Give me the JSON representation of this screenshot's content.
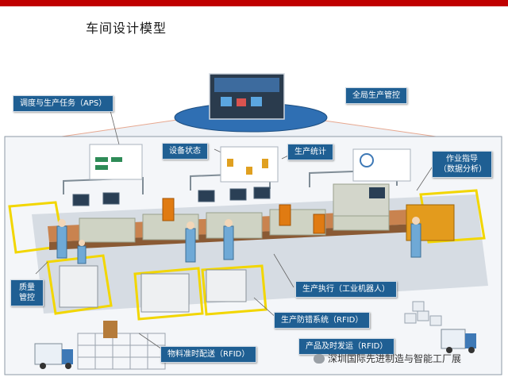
{
  "title": "车间设计模型",
  "labels": {
    "aps": "调度与生产任务（APS）",
    "global": "全局生产管控",
    "equipment": "设备状态",
    "stats": "生产统计",
    "guidance_1": "作业指导",
    "guidance_2": "（数据分析）",
    "quality_1": "质量",
    "quality_2": "管控",
    "execution": "生产执行（工业机器人）",
    "anti_error": "生产防错系统（RFID）",
    "delivery": "产品及时发运（RFID）",
    "material": "物料准时配送（RFID）"
  },
  "footer": "深圳国际先进制造与智能工厂展",
  "colors": {
    "label_bg": "#1f5f93",
    "accent_red": "#c00000",
    "ellipse": "#2f6fb3",
    "highlight_yellow": "#f2d600",
    "robot_orange": "#e07b12"
  },
  "icons": [
    "control-room-photo",
    "monitor-screen",
    "robot-arm",
    "worker",
    "cart",
    "truck",
    "boxes",
    "wechat-icon"
  ]
}
